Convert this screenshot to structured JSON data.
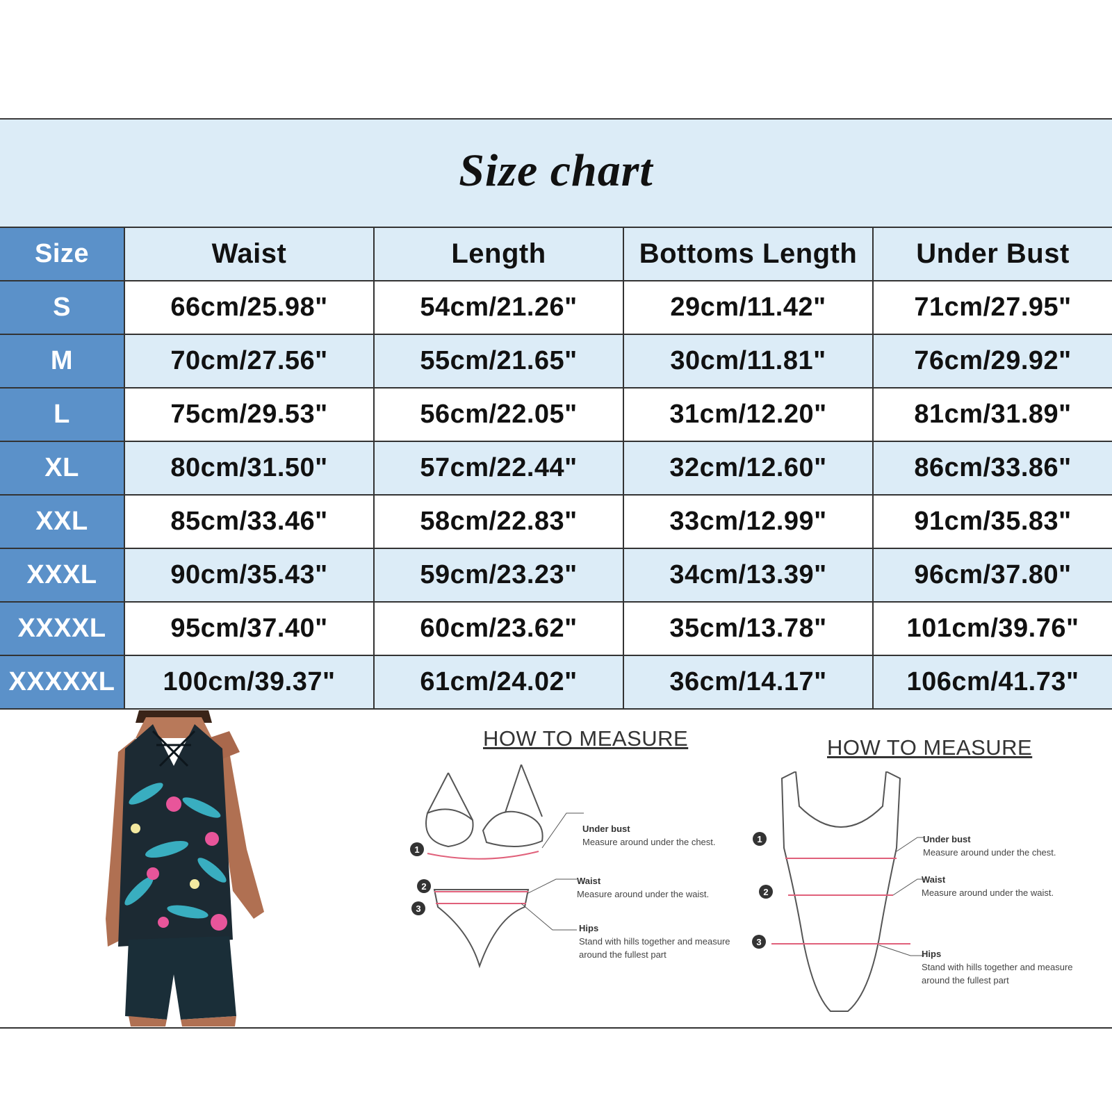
{
  "title": "Size chart",
  "table": {
    "headers": [
      "Size",
      "Waist",
      "Length",
      "Bottoms Length",
      "Under Bust"
    ],
    "rows": [
      [
        "S",
        "66cm/25.98\"",
        "54cm/21.26\"",
        "29cm/11.42\"",
        "71cm/27.95\""
      ],
      [
        "M",
        "70cm/27.56\"",
        "55cm/21.65\"",
        "30cm/11.81\"",
        "76cm/29.92\""
      ],
      [
        "L",
        "75cm/29.53\"",
        "56cm/22.05\"",
        "31cm/12.20\"",
        "81cm/31.89\""
      ],
      [
        "XL",
        "80cm/31.50\"",
        "57cm/22.44\"",
        "32cm/12.60\"",
        "86cm/33.86\""
      ],
      [
        "XXL",
        "85cm/33.46\"",
        "58cm/22.83\"",
        "33cm/12.99\"",
        "91cm/35.83\""
      ],
      [
        "XXXL",
        "90cm/35.43\"",
        "59cm/23.23\"",
        "34cm/13.39\"",
        "96cm/37.80\""
      ],
      [
        "XXXXL",
        "95cm/37.40\"",
        "60cm/23.62\"",
        "35cm/13.78\"",
        "101cm/39.76\""
      ],
      [
        "XXXXXL",
        "100cm/39.37\"",
        "61cm/24.02\"",
        "36cm/14.17\"",
        "106cm/41.73\""
      ]
    ]
  },
  "measure": {
    "bikini": {
      "heading": "HOW TO MEASURE",
      "notes": [
        {
          "num": "1",
          "title": "Under bust",
          "text": "Measure around under the chest."
        },
        {
          "num": "2",
          "title": "Waist",
          "text": "Measure around under the waist."
        },
        {
          "num": "3",
          "title": "Hips",
          "text": "Stand with hills together and measure around the fullest part"
        }
      ]
    },
    "onepiece": {
      "heading": "HOW TO MEASURE",
      "notes": [
        {
          "num": "1",
          "title": "Under bust",
          "text": "Measure around under the chest."
        },
        {
          "num": "2",
          "title": "Waist",
          "text": "Measure around under the waist."
        },
        {
          "num": "3",
          "title": "Hips",
          "text": "Stand with hills together and measure around the fullest part"
        }
      ]
    }
  },
  "colors": {
    "header_band": "#dcecf7",
    "size_column": "#5b91c9",
    "measure_line": "#e0607a",
    "swimsuit_dark": "#1c2a33",
    "print_teal": "#3bb6c8",
    "print_pink": "#e8559a"
  }
}
